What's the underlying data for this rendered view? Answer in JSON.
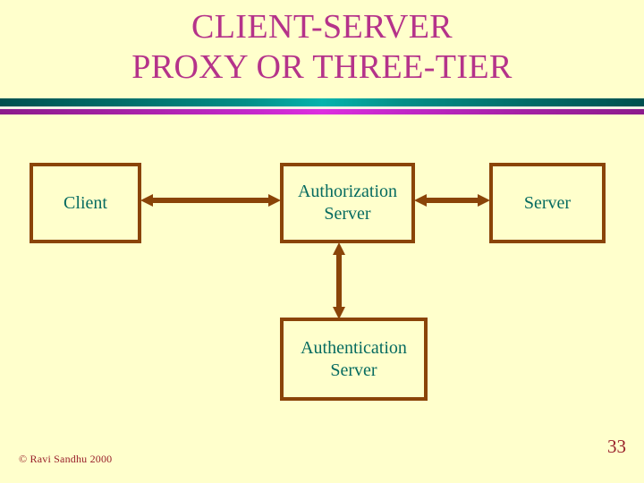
{
  "slide": {
    "background_color": "#ffffcc",
    "title": {
      "line1": "CLIENT-SERVER",
      "line2": "PROXY OR THREE-TIER",
      "color": "#b5338a"
    },
    "divider": {
      "teal_color": "#05b3ad",
      "teal_edge_color": "#00504f",
      "magenta_color": "#dd2ee0",
      "magenta_edge_color": "#8c1a8c",
      "separator_color": "#f2f2e8"
    },
    "diagram": {
      "box_border_color": "#8a4408",
      "box_text_color": "#066b60",
      "arrow_color": "#8a4408",
      "boxes": [
        {
          "id": "client",
          "label": "Client"
        },
        {
          "id": "authorization",
          "label_line1": "Authorization",
          "label_line2": "Server"
        },
        {
          "id": "server",
          "label": "Server"
        },
        {
          "id": "authentication",
          "label_line1": "Authentication",
          "label_line2": "Server"
        }
      ],
      "connectors": [
        {
          "id": "client-authorization",
          "type": "double-headed-horizontal-arrow"
        },
        {
          "id": "authorization-server",
          "type": "double-headed-horizontal-arrow"
        },
        {
          "id": "authorization-authentication",
          "type": "double-headed-vertical-arrow"
        }
      ]
    },
    "footer": {
      "copyright": "© Ravi Sandhu 2000",
      "page_number": "33",
      "color": "#99202a"
    }
  }
}
